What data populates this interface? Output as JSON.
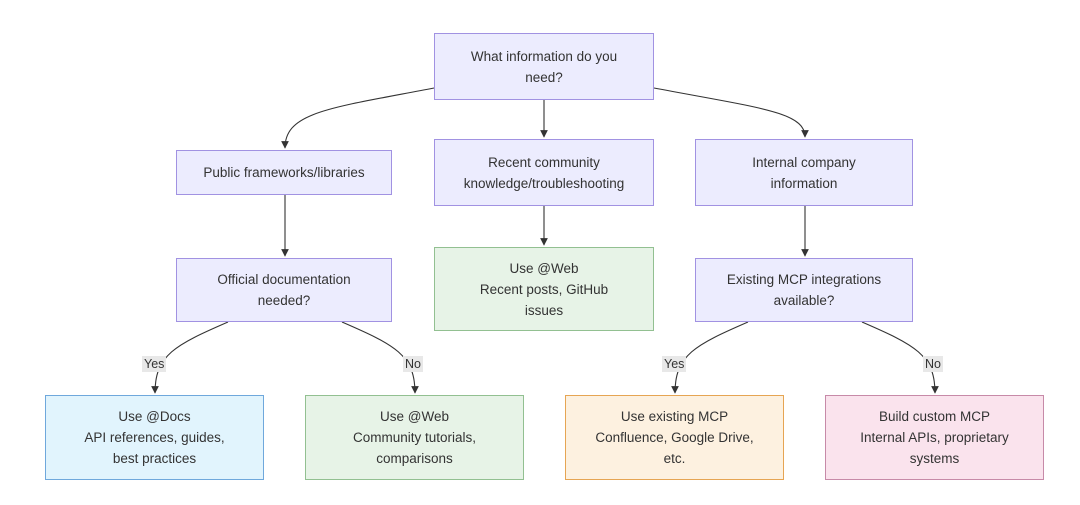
{
  "nodes": {
    "root": [
      "What information do you",
      "need?"
    ],
    "public": [
      "Public frameworks/libraries"
    ],
    "community": [
      "Recent community",
      "knowledge/troubleshooting"
    ],
    "internal": [
      "Internal company",
      "information"
    ],
    "official": [
      "Official documentation",
      "needed?"
    ],
    "web_recent": [
      "Use @Web",
      "Recent posts, GitHub",
      "issues"
    ],
    "mcp_avail": [
      "Existing MCP integrations",
      "available?"
    ],
    "docs": [
      "Use @Docs",
      "API references, guides,",
      "best practices"
    ],
    "web_tut": [
      "Use @Web",
      "Community tutorials,",
      "comparisons"
    ],
    "mcp_existing": [
      "Use existing MCP",
      "Confluence, Google Drive,",
      "etc."
    ],
    "mcp_custom": [
      "Build custom MCP",
      "Internal APIs, proprietary",
      "systems"
    ]
  },
  "edge_labels": {
    "official_yes": "Yes",
    "official_no": "No",
    "mcp_yes": "Yes",
    "mcp_no": "No"
  },
  "colors": {
    "decision_fill": "#ececfe",
    "decision_stroke": "#a192e2",
    "docs_fill": "#e1f4fd",
    "web_fill": "#e7f3e7",
    "mcp_existing_fill": "#fdf1e0",
    "mcp_custom_fill": "#fae3ed",
    "edge": "#333333"
  }
}
